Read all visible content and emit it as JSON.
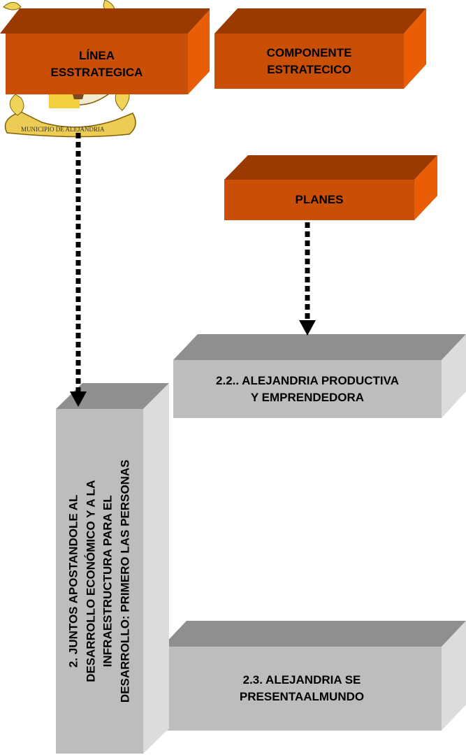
{
  "colors": {
    "orange_face": "#c94f06",
    "orange_top": "#9a3a00",
    "orange_side": "#e85d05",
    "gray_face": "#bdbdbd",
    "gray_top": "#8f8f8f",
    "gray_side": "#dcdcdc"
  },
  "seal": {
    "icon": "municipal-seal-icon",
    "text": "MUNICIPIO DE ALEJANDRIA"
  },
  "header": {
    "linea_line1": "LÍNEA",
    "linea_line2": "ESSTRATEGICA",
    "componente_line1": "COMPONENTE",
    "componente_line2": "ESTRATECICO",
    "planes": "PLANES"
  },
  "linea": {
    "line1": "2.  JUNTOS APOSTANDOLE AL",
    "line2": "DESARROLLO ECONÓMICO Y  A LA",
    "line3": "INFRAESTRUCTURA PARA EL",
    "line4": "DESARROLLO: PRIMERO LAS PERSONAS"
  },
  "plans": [
    {
      "line1": "2.2.. ALEJANDRIA PRODUCTIVA",
      "line2": "Y EMPRENDEDORA"
    },
    {
      "line1": "2.3. ALEJANDRIA SE",
      "line2": "PRESENTAALMUNDO"
    }
  ]
}
